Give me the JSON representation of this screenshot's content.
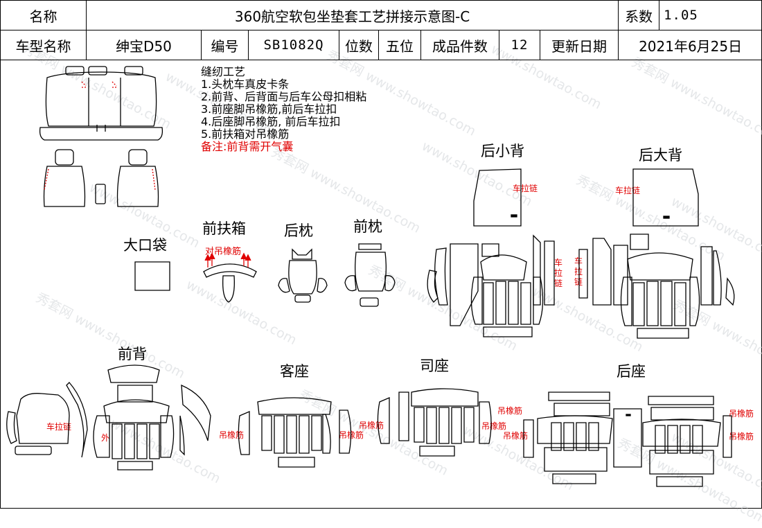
{
  "header": {
    "name_label": "名称",
    "title": "360航空软包坐垫套工艺拼接示意图-C",
    "coef_label": "系数",
    "coef_value": "1.05",
    "model_label": "车型名称",
    "model_value": "绅宝D50",
    "code_label": "编号",
    "code_value": "SB1082Q",
    "seats_label": "位数",
    "seats_value": "五位",
    "pieces_label": "成品件数",
    "pieces_value": "12",
    "date_label": "更新日期",
    "date_value": "2021年6月25日"
  },
  "notes": {
    "title": "缝纫工艺",
    "items": [
      "1.头枕车真皮卡条",
      "2.前背、后背面与后车公母扣相粘",
      "3.前座脚吊橡筋,前后车拉扣",
      "4.后座脚吊橡筋, 前后车拉扣",
      "5.前扶箱对吊橡筋"
    ],
    "remark": "备注:前背需开气囊"
  },
  "labels": {
    "big_pocket": "大口袋",
    "front_armrest": "前扶箱",
    "rear_pillow": "后枕",
    "front_pillow": "前枕",
    "rear_small_back": "后小背",
    "rear_big_back": "后大背",
    "front_back": "前背",
    "passenger_seat": "客座",
    "driver_seat": "司座",
    "rear_seat": "后座"
  },
  "red_labels": {
    "armrest_elastic": "对吊橡筋",
    "zipper": "车拉链",
    "outer": "外",
    "elastic": "吊橡筋"
  },
  "watermark": {
    "cn": "秀套网",
    "url": "www.showtao.com"
  },
  "colors": {
    "red": "#e00000",
    "line": "#000000",
    "watermark": "#d0d4d8"
  }
}
